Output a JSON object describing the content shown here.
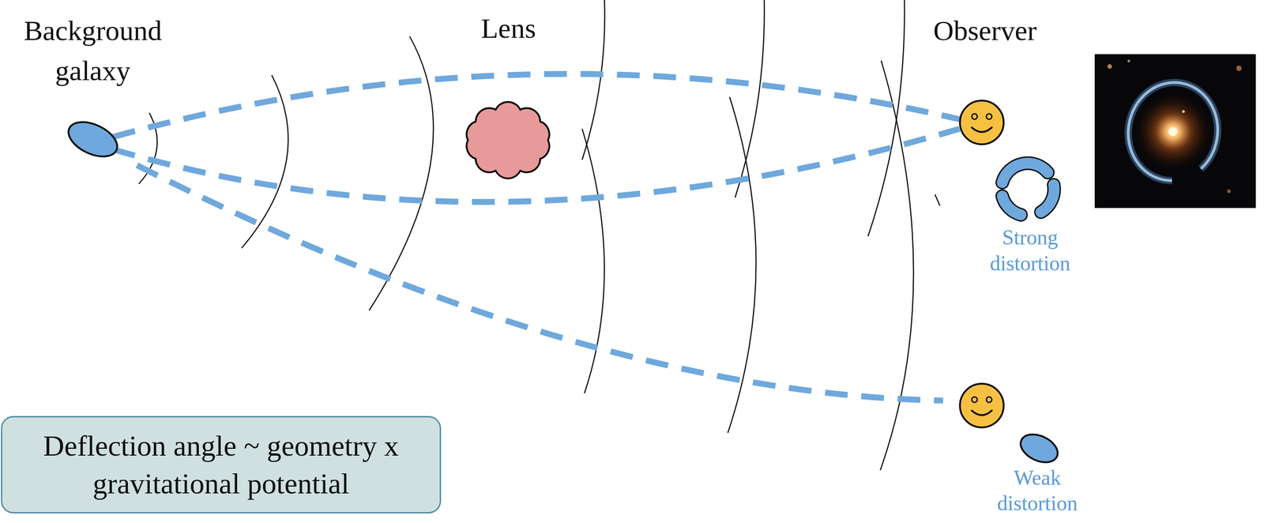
{
  "diagram": {
    "nodes": [
      {
        "text": [
          "Deflection angle ~ geometry x gravitational potential"
        ]
      }
    ],
    "labels": [
      "Background galaxy",
      "Lens",
      "Observer",
      "Strong distortion",
      "Weak distortion"
    ]
  }
}
